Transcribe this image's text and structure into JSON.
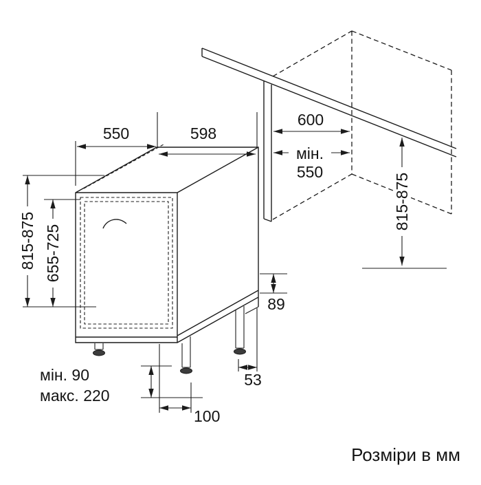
{
  "diagram": {
    "dims": {
      "top_depth": "550",
      "top_width": "598",
      "niche_depth": "600",
      "niche_width_prefix": "мін.",
      "niche_width_value": "550",
      "niche_height": "815-875",
      "appliance_height": "815-875",
      "door_height": "655-725",
      "rear_base_height": "89",
      "feet_min": "мін. 90",
      "feet_max": "макс. 220",
      "front_foot_offset": "100",
      "rear_foot_offset": "53"
    },
    "units_note": "Розміри в мм",
    "colors": {
      "line": "#1c1c1c",
      "background": "#ffffff"
    }
  }
}
